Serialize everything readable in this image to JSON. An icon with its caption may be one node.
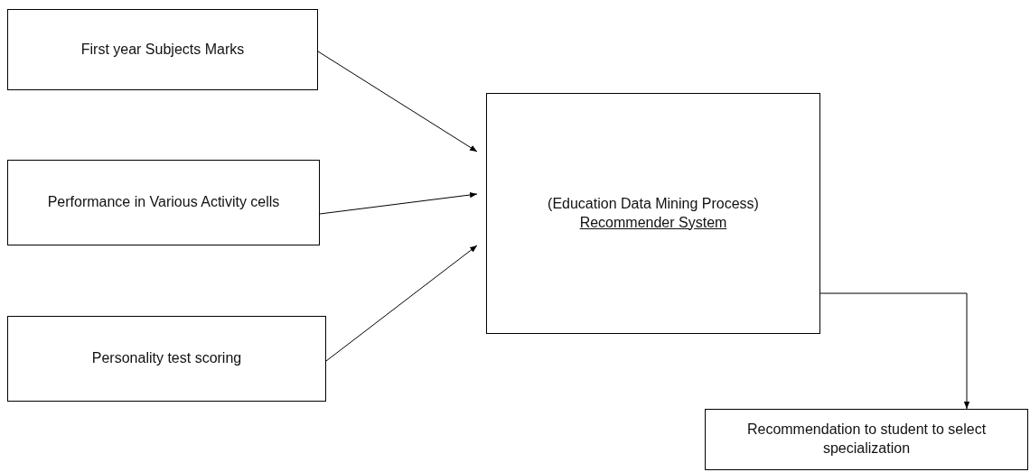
{
  "diagram": {
    "nodes": [
      {
        "text": [
          "First year Subjects Marks"
        ]
      },
      {
        "text": [
          "Performance in Various Activity cells"
        ]
      },
      {
        "text": [
          "Personality test scoring"
        ]
      },
      {
        "text": [
          "(Education Data Mining Process)",
          "Recommender System"
        ]
      },
      {
        "text": [
          "Recommendation to student to select specialization"
        ]
      }
    ],
    "edges": [
      {
        "from": 0,
        "to": 3,
        "arrow": "to"
      },
      {
        "from": 1,
        "to": 3,
        "arrow": "to"
      },
      {
        "from": 2,
        "to": 3,
        "arrow": "to"
      },
      {
        "from": 3,
        "to": 4,
        "arrow": "to"
      }
    ]
  }
}
